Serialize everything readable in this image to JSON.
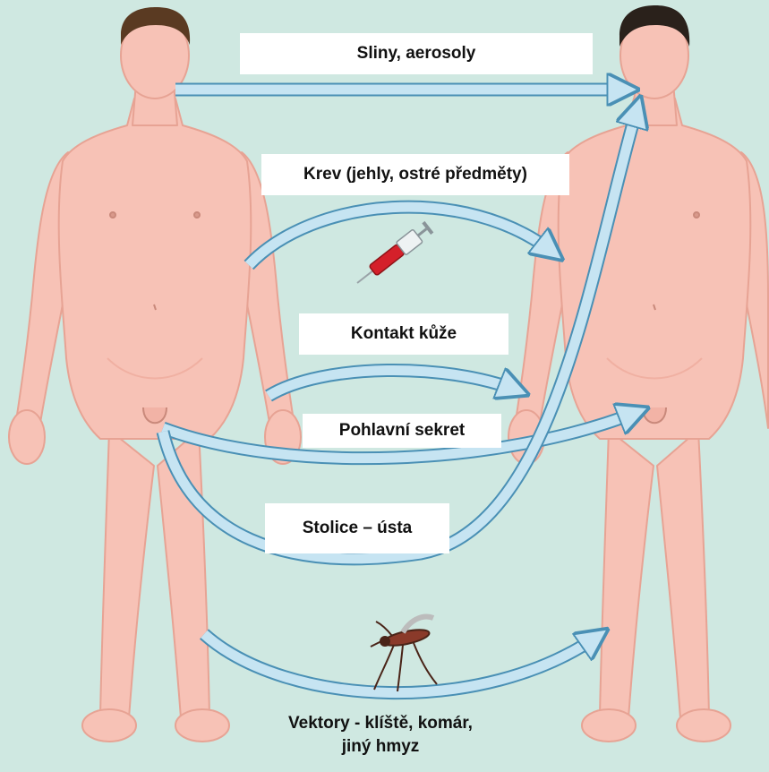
{
  "routes": {
    "saliva": "Sliny, aerosoly",
    "blood": "Krev (jehly, ostré předměty)",
    "skin": "Kontakt kůže",
    "sexual": "Pohlavní sekret",
    "fecal_oral": "Stolice –  ústa",
    "vectors_line1": "Vektory - klíště, komár,",
    "vectors_line2": "jiný hmyz"
  },
  "colors": {
    "background": "#cfe8e1",
    "skin": "#f7c2b6",
    "skin_outline": "#e7a394",
    "hair": "#5a3a22",
    "arrow_fill": "#c6e4f2",
    "arrow_stroke": "#4a90b5",
    "syringe_fluid": "#d4202a"
  },
  "icons": [
    "syringe-icon",
    "mosquito-icon"
  ]
}
